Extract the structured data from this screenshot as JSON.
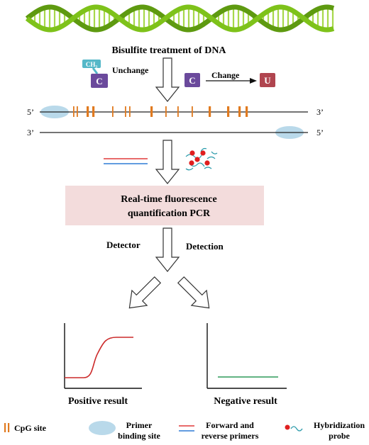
{
  "steps": {
    "bisulfite": "Bisulfite treatment of DNA",
    "unchange": "Unchange",
    "change": "Change",
    "methyl_label": "CH₃",
    "c_letter": "C",
    "u_letter": "U",
    "pcr_line1": "Real-time fluorescence",
    "pcr_line2": "quantification PCR",
    "detector": "Detector",
    "detection": "Detection"
  },
  "strands": {
    "top_left": "5’",
    "top_right": "3’",
    "bottom_left": "3’",
    "bottom_right": "5’"
  },
  "results": {
    "positive": "Positive result",
    "negative": "Negative result"
  },
  "legend": {
    "cpg": "CpG site",
    "primer_line1": "Primer",
    "primer_line2": "binding site",
    "fr_line1": "Forward and",
    "fr_line2": "reverse primers",
    "hyb_line1": "Hybridization",
    "hyb_line2": "probe"
  },
  "colors": {
    "dna_green": "#7ec21a",
    "cpg_orange": "#e07a1f",
    "primer_site": "#b9d9ea",
    "forward_red": "#e03a3a",
    "reverse_blue": "#2f7bd6",
    "pcr_box": "#f3dcdc",
    "c_block": "#6b4a9c",
    "u_block": "#b0454f",
    "methyl": "#55b8c8",
    "positive_curve": "#cc2a2a",
    "negative_line": "#2f9a5a"
  }
}
